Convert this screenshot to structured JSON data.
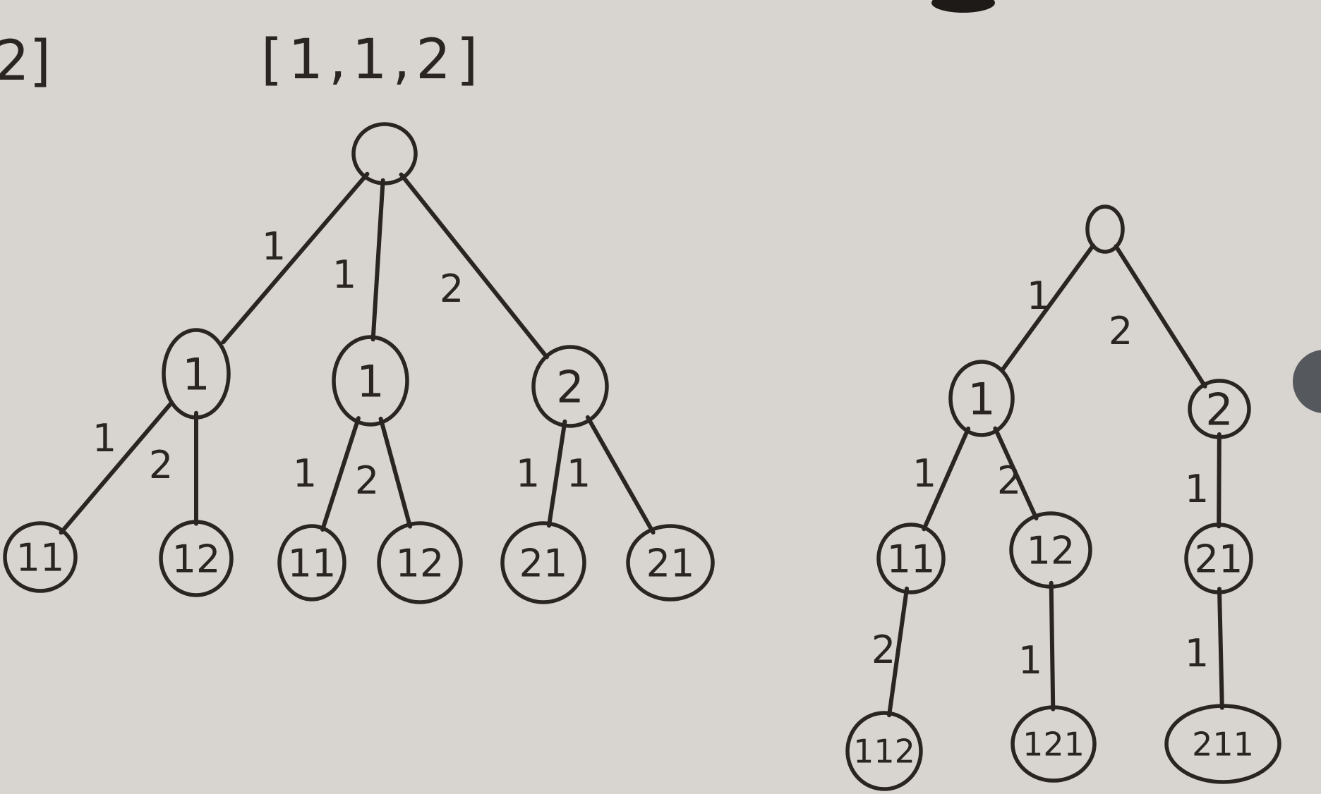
{
  "title": "[1,1,2]",
  "cutoff_text": "2]",
  "trees": [
    {
      "id": "left",
      "nodes": [
        {
          "id": "L0",
          "label": ""
        },
        {
          "id": "L1a",
          "label": "1"
        },
        {
          "id": "L1b",
          "label": "1"
        },
        {
          "id": "L1c",
          "label": "2"
        },
        {
          "id": "L2a",
          "label": "11"
        },
        {
          "id": "L2b",
          "label": "12"
        },
        {
          "id": "L2c",
          "label": "11"
        },
        {
          "id": "L2d",
          "label": "12"
        },
        {
          "id": "L2e",
          "label": "21"
        },
        {
          "id": "L2f",
          "label": "21"
        }
      ],
      "edges": [
        {
          "from": "L0",
          "to": "L1a",
          "label": "1"
        },
        {
          "from": "L0",
          "to": "L1b",
          "label": "1"
        },
        {
          "from": "L0",
          "to": "L1c",
          "label": "2"
        },
        {
          "from": "L1a",
          "to": "L2a",
          "label": "1"
        },
        {
          "from": "L1a",
          "to": "L2b",
          "label": "2"
        },
        {
          "from": "L1b",
          "to": "L2c",
          "label": "1"
        },
        {
          "from": "L1b",
          "to": "L2d",
          "label": "2"
        },
        {
          "from": "L1c",
          "to": "L2e",
          "label": "1"
        },
        {
          "from": "L1c",
          "to": "L2f",
          "label": "1"
        }
      ]
    },
    {
      "id": "right",
      "nodes": [
        {
          "id": "R0",
          "label": ""
        },
        {
          "id": "R1a",
          "label": "1"
        },
        {
          "id": "R1b",
          "label": "2"
        },
        {
          "id": "R2a",
          "label": "11"
        },
        {
          "id": "R2b",
          "label": "12"
        },
        {
          "id": "R2c",
          "label": "21"
        },
        {
          "id": "R3a",
          "label": "112"
        },
        {
          "id": "R3b",
          "label": "121"
        },
        {
          "id": "R3c",
          "label": "211"
        }
      ],
      "edges": [
        {
          "from": "R0",
          "to": "R1a",
          "label": "1"
        },
        {
          "from": "R0",
          "to": "R1b",
          "label": "2"
        },
        {
          "from": "R1a",
          "to": "R2a",
          "label": "1"
        },
        {
          "from": "R1a",
          "to": "R2b",
          "label": "2"
        },
        {
          "from": "R1b",
          "to": "R2c",
          "label": "1"
        },
        {
          "from": "R2a",
          "to": "R3a",
          "label": "2"
        },
        {
          "from": "R2b",
          "to": "R3b",
          "label": "1"
        },
        {
          "from": "R2c",
          "to": "R3c",
          "label": "1"
        }
      ]
    }
  ]
}
